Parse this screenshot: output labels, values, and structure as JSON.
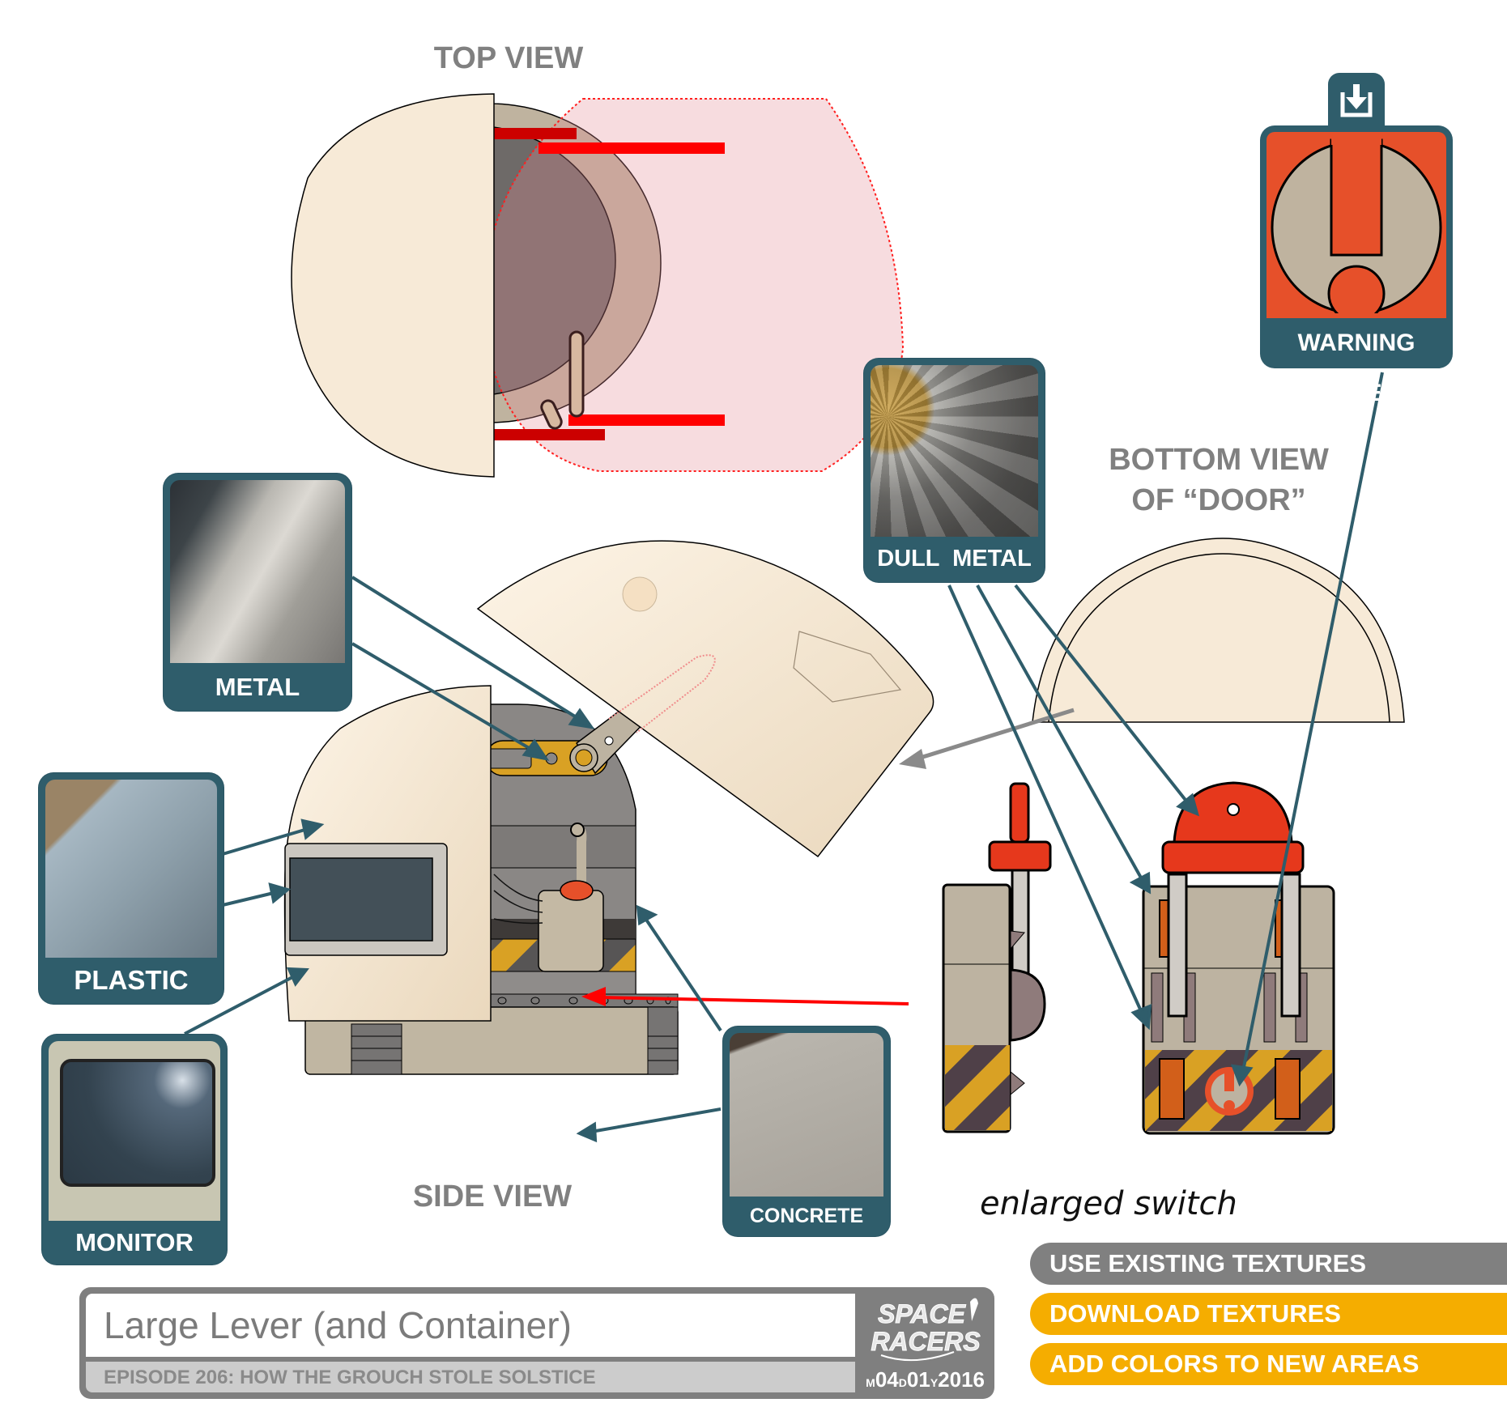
{
  "views": {
    "top_view": "TOP VIEW",
    "side_view": "SIDE VIEW",
    "bottom_view_line1": "BOTTOM VIEW",
    "bottom_view_line2": "OF “DOOR”",
    "enlarged_switch": "enlarged switch"
  },
  "texture_cards": {
    "metal": "METAL",
    "plastic": "PLASTIC",
    "monitor": "MONITOR",
    "concrete": "CONCRETE",
    "dull_metal": "DULL  METAL",
    "warning_label": "WARNING LABEL"
  },
  "icons": {
    "download": "download-icon",
    "warning": "exclamation-warning-icon"
  },
  "legend": {
    "items": [
      {
        "label": "USE EXISTING TEXTURES",
        "color": "#808080"
      },
      {
        "label": "DOWNLOAD TEXTURES",
        "color": "#f5ad00"
      },
      {
        "label": "ADD COLORS TO NEW AREAS",
        "color": "#f5ad00"
      }
    ]
  },
  "title_block": {
    "title": "Large Lever (and Container)",
    "episode": "EPISODE 206: HOW THE GROUCH STOLE SOLSTICE",
    "logo_line1": "SPACE",
    "logo_line2": "RACERS",
    "date_m_prefix": "M",
    "date_month": "04",
    "date_d_prefix": "D",
    "date_day": "01",
    "date_y_prefix": "Y",
    "date_year": "2016"
  },
  "colors": {
    "teal": "#2f5d6b",
    "cream": "#f7ead7",
    "orange_red": "#e6502a",
    "accent_yellow": "#f5ad00",
    "gray_label": "#808080",
    "red_marker": "#ff0000"
  }
}
